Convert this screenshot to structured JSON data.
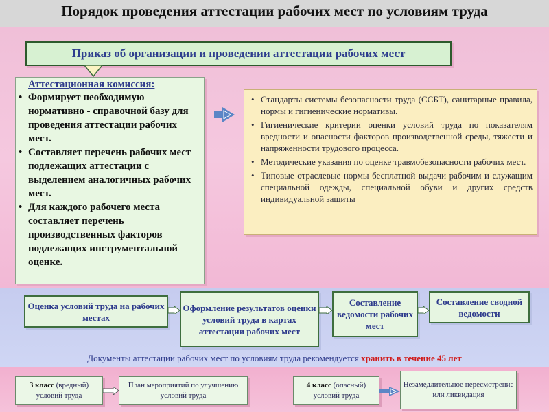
{
  "title": "Порядок проведения аттестации рабочих мест по условиям труда",
  "order": "Приказ об организации и проведении аттестации рабочих мест",
  "commission": {
    "title": "Аттестационная комиссия:",
    "bullet": "•",
    "items": [
      "Формирует необходимую нормативно - справочной базу для проведения аттестации рабочих мест.",
      "Составляет перечень рабочих мест подлежащих аттестации с выделением аналогичных рабочих мест.",
      "Для каждого рабочего места составляет перечень производственных факторов подлежащих инструментальной оценке."
    ]
  },
  "documents": {
    "bullet": "•",
    "items": [
      "Стандарты системы безопасности труда (ССБТ), санитарные правила, нормы и гигиенические нормативы.",
      "Гигиенические критерии оценки условий труда по показателям вредности и опасности факторов производственной среды, тяжести и напряженности трудового процесса.",
      "Методические указания по оценке травмобезопасности рабочих мест.",
      "Типовые отраслевые нормы бесплатной выдачи рабочим и служащим специальной одежды, специальной обуви и других средств индивидуальной защиты"
    ]
  },
  "flow": [
    "Оценка условий труда на рабочих местах",
    "Оформление результатов оценки условий труда в картах аттестации рабочих мест",
    "Составление ведомости рабочих мест",
    "Составление сводной ведомости"
  ],
  "storage": {
    "text": "Документы аттестации рабочих мест по условиям труда  рекомендуется ",
    "highlight": "хранить в течение 45 лет"
  },
  "bottom": {
    "class3_strong": "3 класс",
    "class3_rest": " (вредный) условий труда",
    "plan": "План мероприятий по улучшению условий труда",
    "class4_strong": "4 класс",
    "class4_rest": " (опасный) условий труда",
    "review": "Незамедлительное пересмотрение или ликвидация"
  },
  "colors": {
    "accent_green_border": "#2d5a2d",
    "title_text": "#2e3e8e",
    "highlight_red": "#d01c1c"
  },
  "icons": {
    "order_to_commission": "down-arrow-icon",
    "commission_to_documents": "right-arrow-icon",
    "flow_connectors": "right-arrow-icon"
  }
}
